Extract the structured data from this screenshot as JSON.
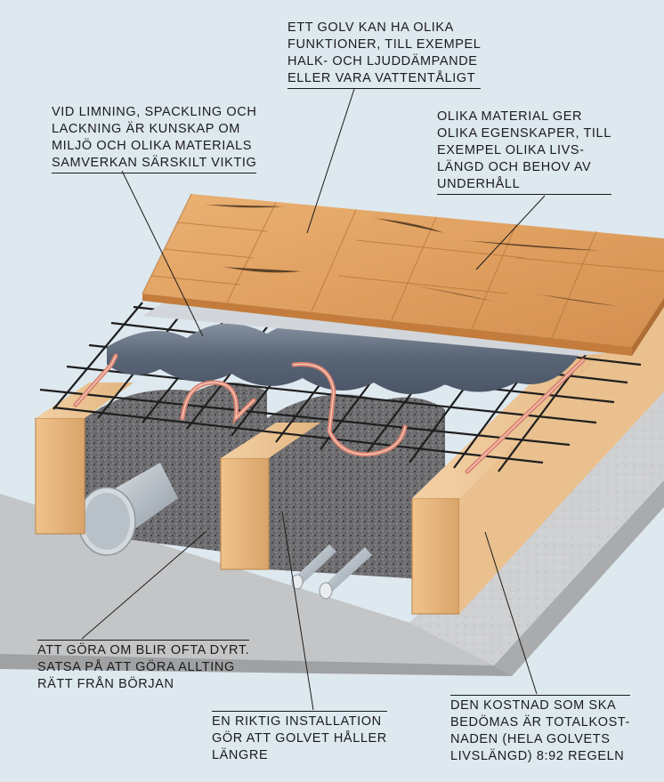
{
  "captions": {
    "functions": {
      "lines": [
        "ETT GOLV KAN HA OLIKA",
        "FUNKTIONER, TILL EXEMPEL",
        "HALK- OCH LJUDDÄMPANDE",
        "ELLER VARA VATTENTÅLIGT"
      ]
    },
    "knowledge": {
      "lines": [
        "VID LIMNING, SPACKLING OCH",
        "LACKNING ÄR KUNSKAP OM",
        "MILJÖ OCH OLIKA MATERIALS",
        "SAMVERKAN SÄRSKILT VIKTIG"
      ]
    },
    "materials": {
      "lines": [
        "OLIKA MATERIAL GER",
        "OLIKA EGENSKAPER, TILL",
        "EXEMPEL OLIKA LIVS-",
        "LÄNGD OCH BEHOV AV",
        "UNDERHÅLL"
      ]
    },
    "redo": {
      "lines": [
        "ATT GÖRA OM BLIR OFTA DYRT.",
        "SATSA PÅ ATT GÖRA ALLTING",
        "RÄTT FRÅN BÖRJAN"
      ]
    },
    "installation": {
      "lines": [
        "EN RIKTIG INSTALLATION",
        "GÖR ATT GOLVET HÅLLER",
        "LÄNGRE"
      ]
    },
    "cost": {
      "lines": [
        "DEN KOSTNAD SOM SKA",
        "BEDÖMAS ÄR TOTALKOST-",
        "NADEN (HELA GOLVETS",
        "LIVSLÄNGD) 8:92 REGELN"
      ]
    }
  },
  "colors": {
    "background": "#dde8ef",
    "wood": "#e3a566",
    "joist": "#e6b983",
    "concrete": "#c9cbcd",
    "gravel": "#6b6a6c",
    "screed": "#566271",
    "pipe": "#b8bfc6",
    "heating_cable": "#d9826f",
    "mesh": "#1e1e1e"
  }
}
